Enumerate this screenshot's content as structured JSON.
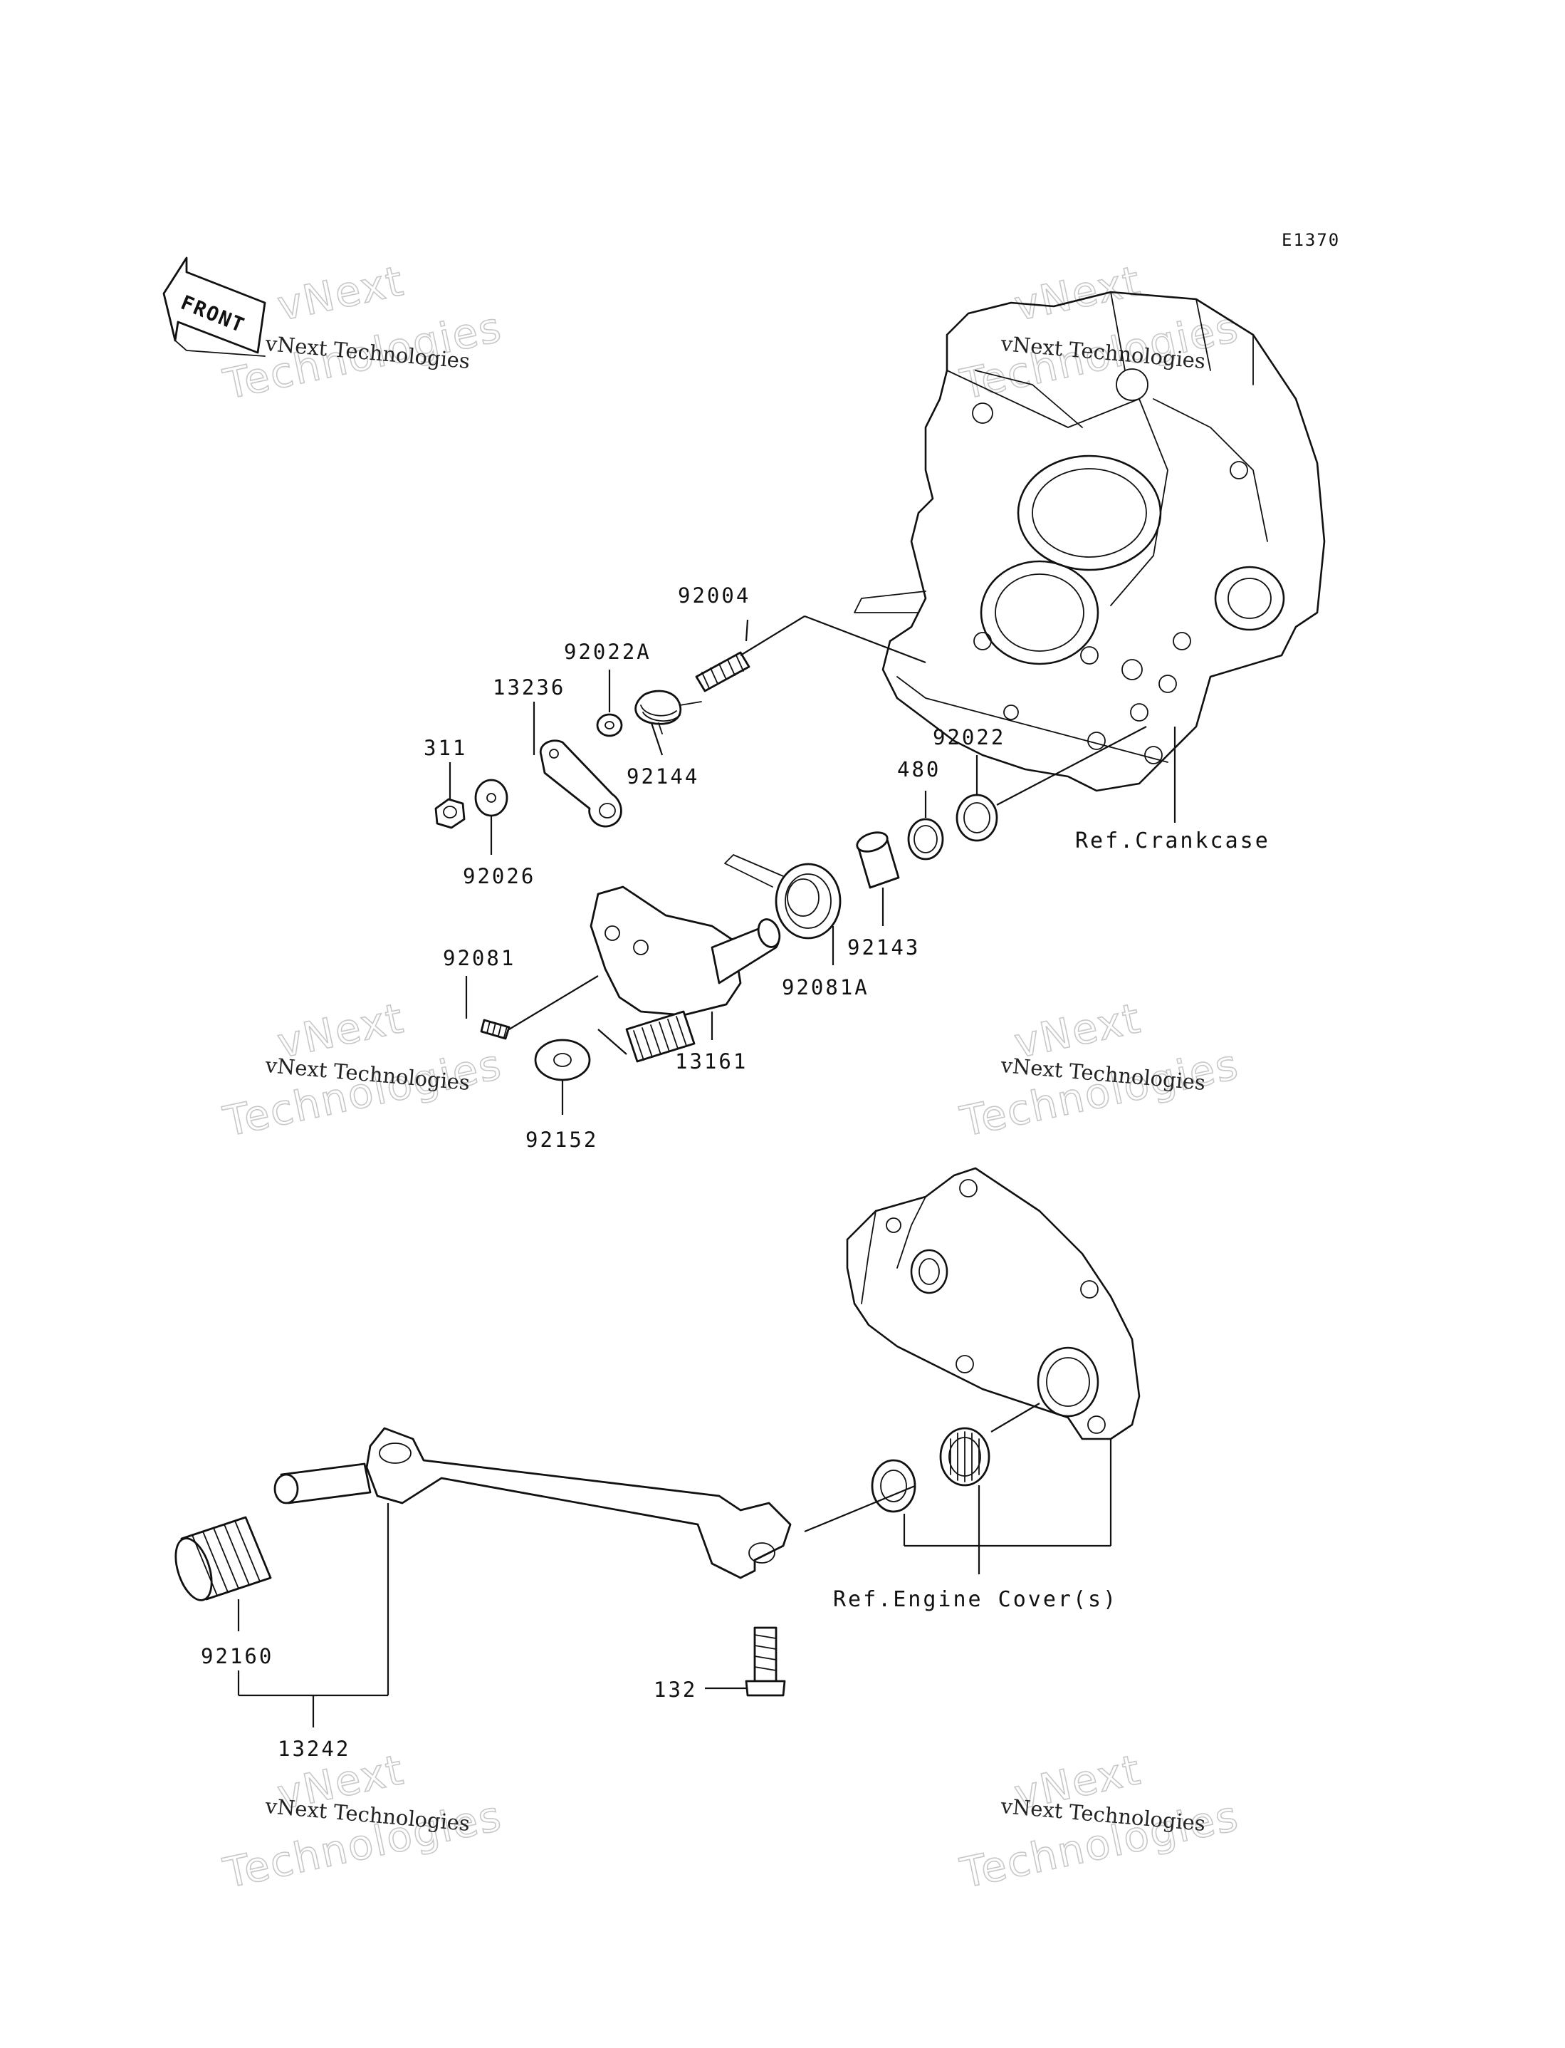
{
  "diagram": {
    "code": "E1370",
    "front_arrow": "FRONT",
    "parts": [
      {
        "id": "92004",
        "label": "92004"
      },
      {
        "id": "92022A",
        "label": "92022A"
      },
      {
        "id": "13236",
        "label": "13236"
      },
      {
        "id": "311",
        "label": "311"
      },
      {
        "id": "92144",
        "label": "92144"
      },
      {
        "id": "92026",
        "label": "92026"
      },
      {
        "id": "92022",
        "label": "92022"
      },
      {
        "id": "480",
        "label": "480"
      },
      {
        "id": "92081",
        "label": "92081"
      },
      {
        "id": "92143",
        "label": "92143"
      },
      {
        "id": "92081A",
        "label": "92081A"
      },
      {
        "id": "13161",
        "label": "13161"
      },
      {
        "id": "92152",
        "label": "92152"
      },
      {
        "id": "92160",
        "label": "92160"
      },
      {
        "id": "132",
        "label": "132"
      },
      {
        "id": "13242",
        "label": "13242"
      }
    ],
    "references": {
      "crankcase": "Ref.Crankcase",
      "engine_cover": "Ref.Engine Cover(s)"
    },
    "watermark": {
      "small": "vNext Technologies",
      "big_line1": "vNext",
      "big_line2": "Technologies"
    }
  }
}
